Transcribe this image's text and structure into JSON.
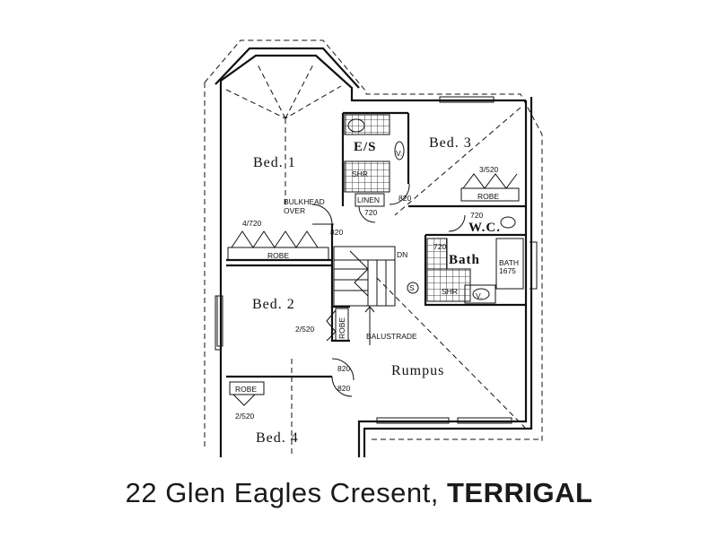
{
  "plan": {
    "rooms": {
      "bed1": "Bed. 1",
      "bed2": "Bed. 2",
      "bed3": "Bed. 3",
      "bed4": "Bed. 4",
      "rumpus": "Rumpus",
      "ensuite": "E/S",
      "bath": "Bath",
      "wc": "W.C."
    },
    "labels": {
      "bulkhead": "BULKHEAD",
      "over": "OVER",
      "linen": "LINEN",
      "robe_bed1": "ROBE",
      "robe_bed3": "ROBE",
      "robe_bed2": "ROBE",
      "robe_bed4": "ROBE",
      "balustrade": "BALUSTRADE",
      "dn": "DN",
      "shr_es": "SHR",
      "shr_bath": "SHR",
      "bath_unit": "BATH",
      "bath_size": "1675",
      "v_es": "V.",
      "v_bath": "V.",
      "smoke": "S"
    },
    "dimensions": {
      "robe_bed1": "4/720",
      "robe_bed3": "3/520",
      "robe_bed2": "2/520",
      "robe_bed4": "2/520",
      "door_bed1": "820",
      "door_bed3": "820",
      "door_linen": "720",
      "door_wc": "720",
      "door_bath": "720",
      "door_bed2": "820",
      "door_bed4": "820"
    }
  },
  "caption": {
    "street": "22 Glen Eagles Cresent, ",
    "suburb": "TERRIGAL"
  }
}
